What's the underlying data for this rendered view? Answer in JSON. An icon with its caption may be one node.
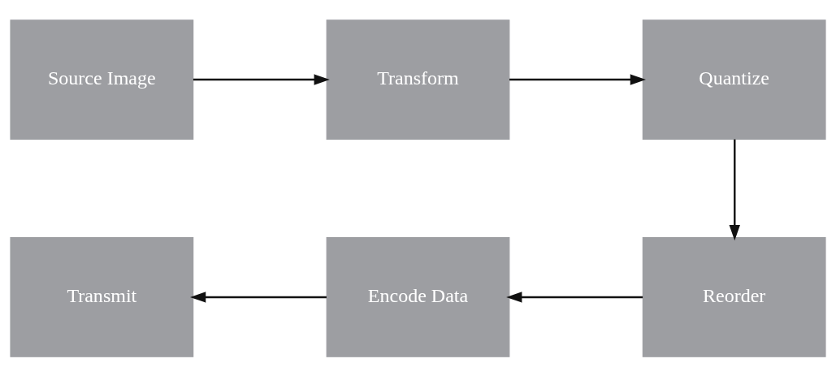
{
  "diagram": {
    "nodes": [
      {
        "text": [
          "Source Image"
        ]
      },
      {
        "text": [
          "Transform"
        ]
      },
      {
        "text": [
          "Quantize"
        ]
      },
      {
        "text": [
          "Reorder"
        ]
      },
      {
        "text": [
          "Encode Data"
        ]
      },
      {
        "text": [
          "Transmit"
        ]
      }
    ],
    "edges": [
      {
        "from": 0,
        "to": 1,
        "arrow": "to"
      },
      {
        "from": 1,
        "to": 2,
        "arrow": "to"
      },
      {
        "from": 2,
        "to": 3,
        "arrow": "to"
      },
      {
        "from": 3,
        "to": 4,
        "arrow": "to"
      },
      {
        "from": 4,
        "to": 5,
        "arrow": "to"
      }
    ]
  }
}
